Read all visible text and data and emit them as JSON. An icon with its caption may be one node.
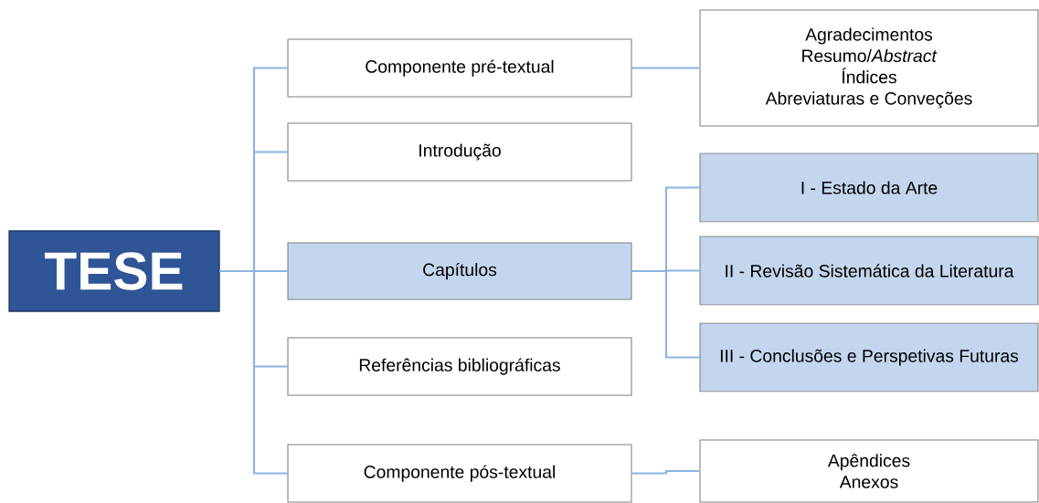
{
  "diagram": {
    "nodes": [
      {
        "text": [
          "TESE"
        ]
      },
      {
        "text": [
          "Componente pré-textual"
        ]
      },
      {
        "text": [
          "Introdução"
        ]
      },
      {
        "text": [
          "Capítulos"
        ]
      },
      {
        "text": [
          "Referências bibliográficas"
        ]
      },
      {
        "text": [
          "Componente pós-textual"
        ]
      },
      {
        "text": [
          "Agradecimentos",
          "Resumo/*Abstract*",
          "Índices",
          "Abreviaturas e Conveções"
        ]
      },
      {
        "text": [
          "I - Estado da Arte"
        ]
      },
      {
        "text": [
          "II - Revisão Sistemática da Literatura"
        ]
      },
      {
        "text": [
          "III - Conclusões e Perspetivas Futuras"
        ]
      },
      {
        "text": [
          "Apêndices",
          "Anexos"
        ]
      }
    ],
    "edges": [
      {
        "from": 0,
        "to": 1,
        "arrow": "none"
      },
      {
        "from": 0,
        "to": 2,
        "arrow": "none"
      },
      {
        "from": 0,
        "to": 3,
        "arrow": "none"
      },
      {
        "from": 0,
        "to": 4,
        "arrow": "none"
      },
      {
        "from": 0,
        "to": 5,
        "arrow": "none"
      },
      {
        "from": 1,
        "to": 6,
        "arrow": "none"
      },
      {
        "from": 3,
        "to": 7,
        "arrow": "none"
      },
      {
        "from": 3,
        "to": 8,
        "arrow": "none"
      },
      {
        "from": 3,
        "to": 9,
        "arrow": "none"
      },
      {
        "from": 5,
        "to": 10,
        "arrow": "none"
      }
    ]
  }
}
